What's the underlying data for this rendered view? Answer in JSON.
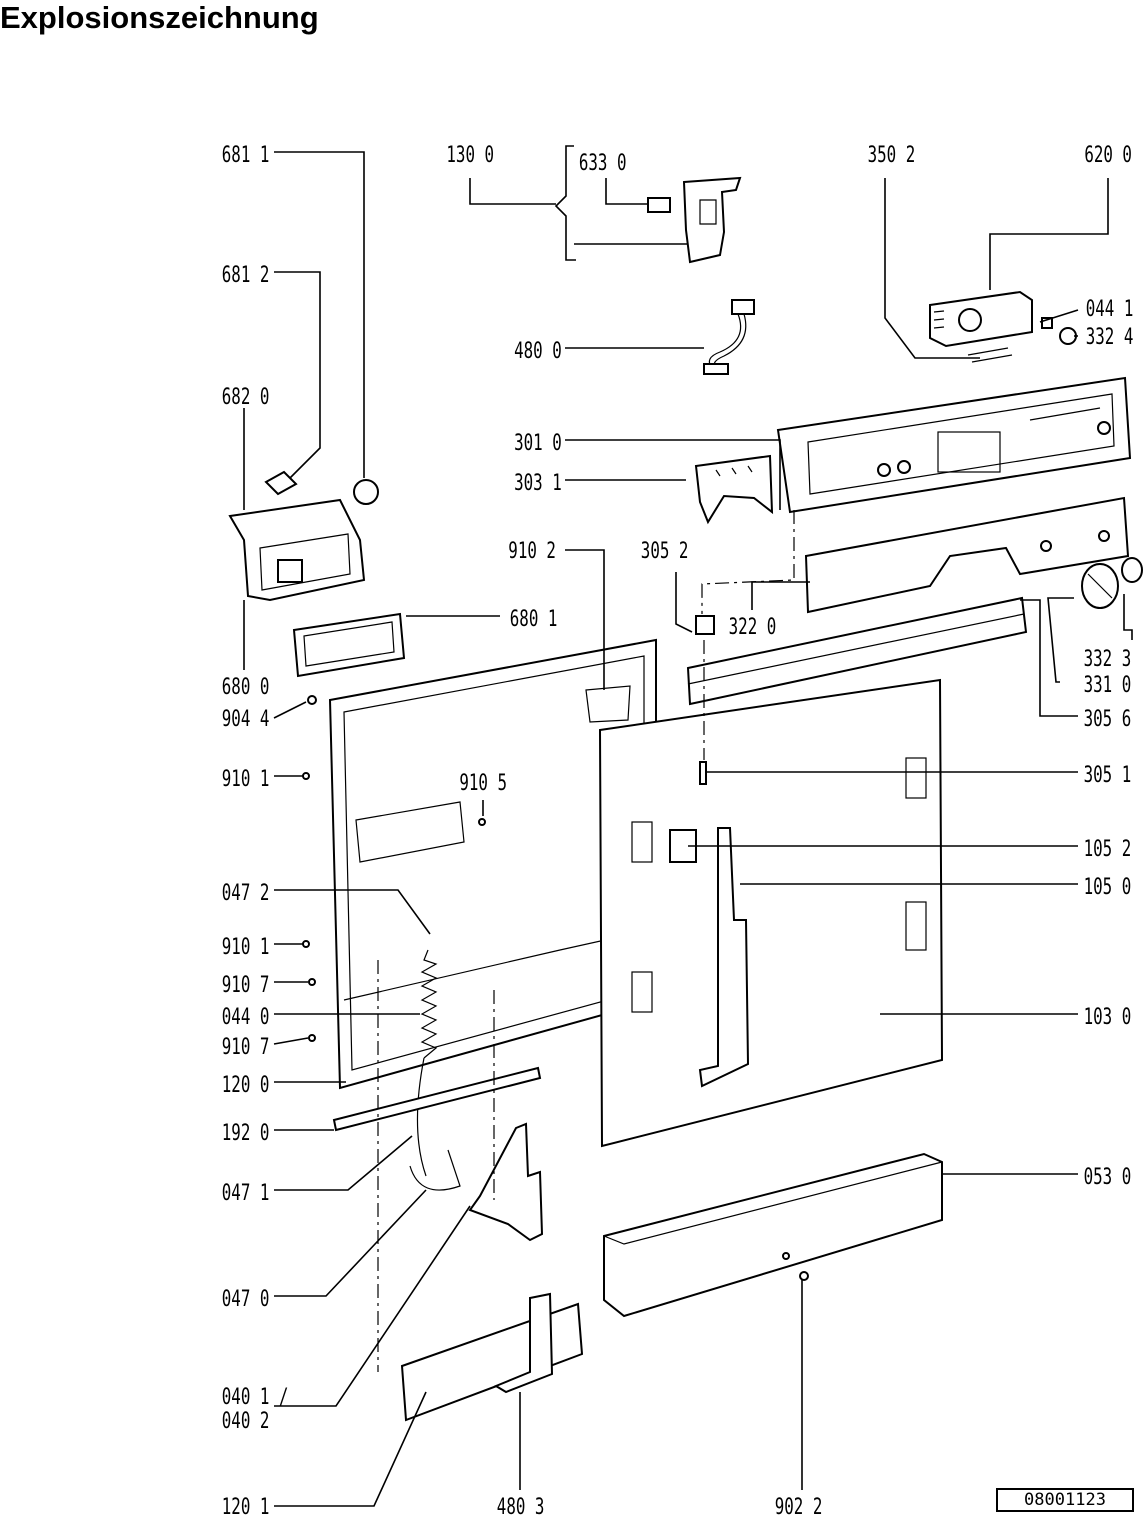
{
  "title": "Explosionszeichnung",
  "drawing_number": "08001123",
  "parts": [
    {
      "label": "681 1"
    },
    {
      "label": "130 0"
    },
    {
      "label": "633 0"
    },
    {
      "label": "350 2"
    },
    {
      "label": "620 0"
    },
    {
      "label": "681 2"
    },
    {
      "label": "044 1"
    },
    {
      "label": "332 4"
    },
    {
      "label": "480 0"
    },
    {
      "label": "682 0"
    },
    {
      "label": "301 0"
    },
    {
      "label": "303 1"
    },
    {
      "label": "910 2"
    },
    {
      "label": "305 2"
    },
    {
      "label": "680 1"
    },
    {
      "label": "322 0"
    },
    {
      "label": "332 3"
    },
    {
      "label": "680 0"
    },
    {
      "label": "331 0"
    },
    {
      "label": "904 4"
    },
    {
      "label": "305 6"
    },
    {
      "label": "910 1"
    },
    {
      "label": "910 5"
    },
    {
      "label": "305 1"
    },
    {
      "label": "105 2"
    },
    {
      "label": "047 2"
    },
    {
      "label": "105 0"
    },
    {
      "label": "910 1"
    },
    {
      "label": "910 7"
    },
    {
      "label": "044 0"
    },
    {
      "label": "103 0"
    },
    {
      "label": "910 7"
    },
    {
      "label": "120 0"
    },
    {
      "label": "192 0"
    },
    {
      "label": "047 1"
    },
    {
      "label": "053 0"
    },
    {
      "label": "047 0"
    },
    {
      "label": "040 1 /"
    },
    {
      "label": "040 2"
    },
    {
      "label": "120 1"
    },
    {
      "label": "480 3"
    },
    {
      "label": "902 2"
    }
  ]
}
